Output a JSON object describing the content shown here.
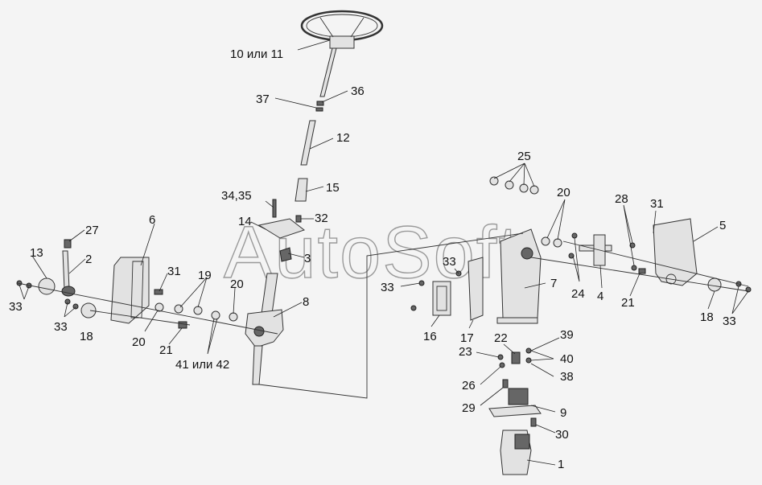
{
  "watermark": "AutoSoft",
  "labels": {
    "l10_11": "10 или 11",
    "l36": "36",
    "l37": "37",
    "l12": "12",
    "l15": "15",
    "l34_35": "34,35",
    "l14": "14",
    "l32": "32",
    "l3": "3",
    "l8": "8",
    "l6": "6",
    "l27": "27",
    "l13": "13",
    "l2": "2",
    "l33a": "33",
    "l33b": "33",
    "l18a": "18",
    "l31a": "31",
    "l19": "19",
    "l20a": "20",
    "l20b": "20",
    "l21a": "21",
    "l41_42": "41 или 42",
    "l25": "25",
    "l20c": "20",
    "l28": "28",
    "l31b": "31",
    "l5": "5",
    "l33c": "33",
    "l33d": "33",
    "l7": "7",
    "l24": "24",
    "l4": "4",
    "l21b": "21",
    "l18b": "18",
    "l33e": "33",
    "l16": "16",
    "l17": "17",
    "l22": "22",
    "l39": "39",
    "l23": "23",
    "l40": "40",
    "l38": "38",
    "l26": "26",
    "l29": "29",
    "l9": "9",
    "l30": "30",
    "l1": "1"
  }
}
